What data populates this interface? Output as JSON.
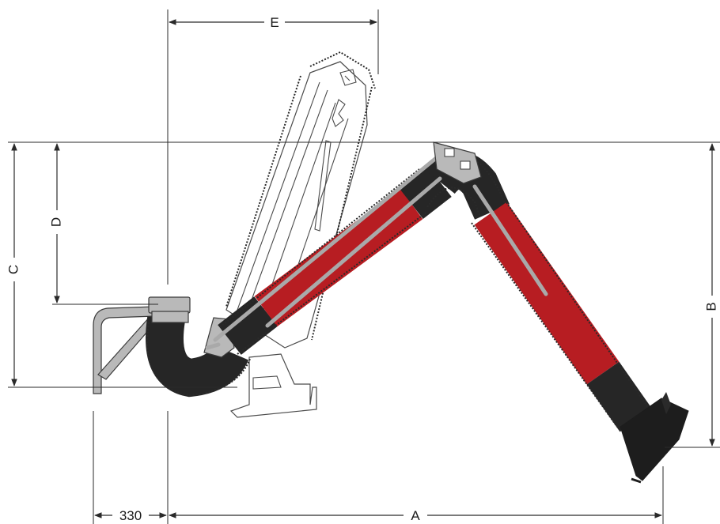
{
  "labels": {
    "A": "A",
    "B": "B",
    "C": "C",
    "D": "D",
    "E": "E",
    "offset": "330"
  },
  "colors": {
    "hose_red": "#b71d22",
    "hose_black": "#262626",
    "metal": "#b9b9b9",
    "line": "#2a2a2a"
  }
}
